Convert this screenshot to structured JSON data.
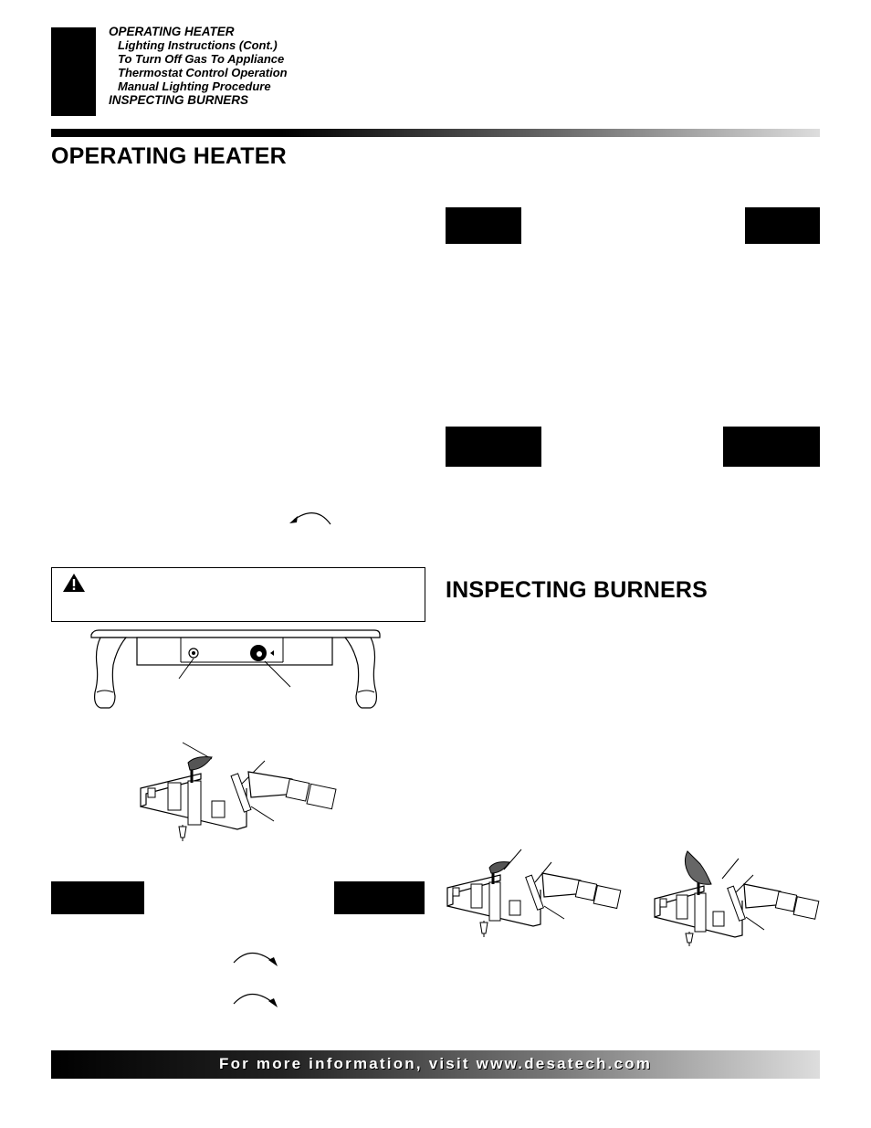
{
  "header": {
    "section_title": "OPERATING HEATER",
    "subsections": [
      "Lighting Instructions (Cont.)",
      "To Turn Off Gas To Appliance",
      "Thermostat Control Operation",
      "Manual Lighting Procedure"
    ],
    "next_section": "INSPECTING BURNERS"
  },
  "left_heading": "OPERATING HEATER",
  "right_heading": "INSPECTING BURNERS",
  "footer": {
    "text": "For more information, visit www.desatech.com"
  },
  "icons": [
    "warning-icon",
    "rotate-arrow-icon",
    "pilot-assembly-illustration",
    "heater-front-illustration"
  ]
}
